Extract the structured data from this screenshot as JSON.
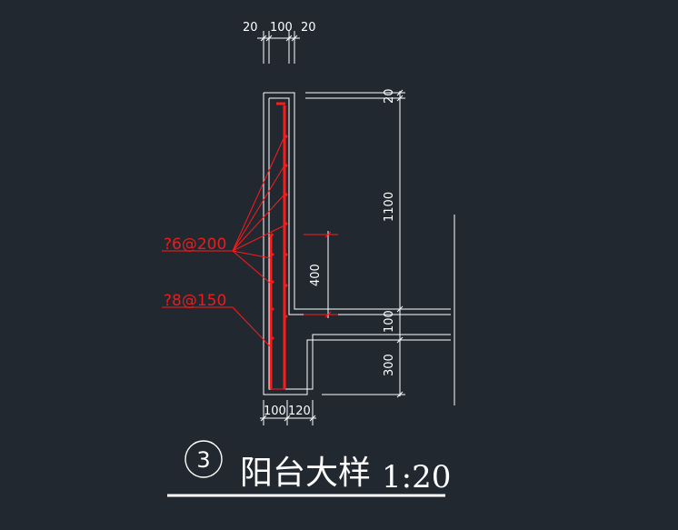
{
  "drawing": {
    "top_dims": [
      "20",
      "100",
      "20"
    ],
    "bottom_dims": [
      "100",
      "120"
    ],
    "right_dims": [
      "20",
      "1100",
      "100",
      "300"
    ],
    "inner_dim": "400",
    "rebar_labels": [
      "?6@200",
      "?8@150"
    ],
    "detail_number": "3",
    "title": "阳台大样",
    "scale": "1:20"
  },
  "colors": {
    "background": "#212830",
    "lines": "#ffffff",
    "rebar": "#ff1a1a"
  }
}
